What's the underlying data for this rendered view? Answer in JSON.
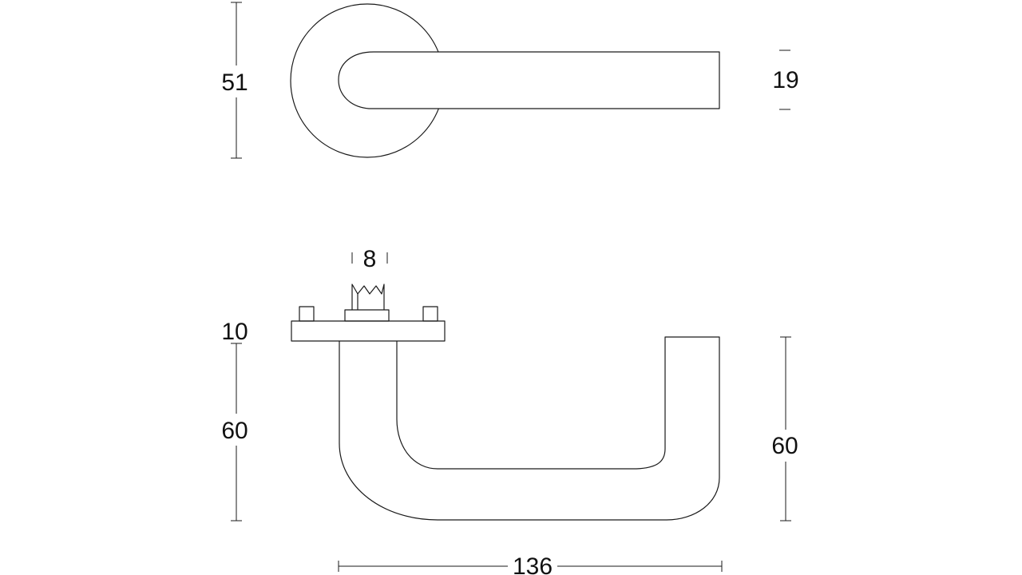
{
  "colors": {
    "line": "#1a1a1a",
    "text": "#111111",
    "background": "#ffffff"
  },
  "dimensions": {
    "rose_diameter": "51",
    "handle_thickness": "19",
    "spindle": "8",
    "rose_height": "10",
    "drop_left": "60",
    "drop_right": "60",
    "projection": "136"
  }
}
